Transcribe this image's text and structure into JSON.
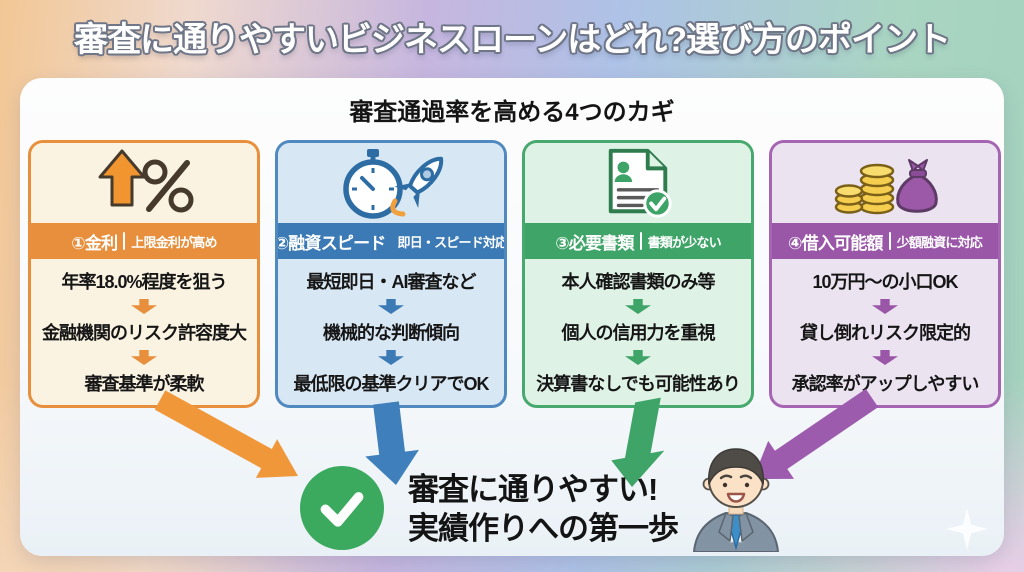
{
  "banner": {
    "title": "審査に通りやすいビジネスローンはどれ?選び方のポイント"
  },
  "card": {
    "title": "審査通過率を高める4つのカギ"
  },
  "columns": [
    {
      "main": "①金利",
      "sub": "上限金利が高め",
      "icon": "rising-rate-percent-icon",
      "items": [
        "年率18.0%程度を狙う",
        "金融機関のリスク許容度大",
        "審査基準が柔軟"
      ],
      "colors": {
        "main": "#E78F3C",
        "light": "#FBF3E2"
      }
    },
    {
      "main": "②融資スピード",
      "sub": "即日・スピード対応",
      "icon": "stopwatch-rocket-icon",
      "items": [
        "最短即日・AI審査など",
        "機械的な判断傾向",
        "最低限の基準クリアでOK"
      ],
      "colors": {
        "main": "#3C7AB5",
        "light": "#D8E7F4"
      }
    },
    {
      "main": "③必要書類",
      "sub": "書類が少ない",
      "icon": "document-check-icon",
      "items": [
        "本人確認書類のみ等",
        "個人の信用力を重視",
        "決算書なしでも可能性あり"
      ],
      "colors": {
        "main": "#3FA468",
        "light": "#DFF2E6"
      }
    },
    {
      "main": "④借入可能額",
      "sub": "少額融資に対応",
      "icon": "coins-moneybag-icon",
      "items": [
        "10万円〜の小口OK",
        "貸し倒れリスク限定的",
        "承認率がアップしやすい"
      ],
      "colors": {
        "main": "#9A57A8",
        "light": "#ECE3F1"
      }
    }
  ],
  "conclusion": {
    "line1": "審査に通りやすい!",
    "line2": "実績作りへの第一歩",
    "check_color": "#3BAA5E"
  },
  "palette": {
    "banner_gradient": [
      "#F2C795",
      "#C6B6DF",
      "#AEC2E7",
      "#A9D5C2"
    ],
    "card_background": "#FAFBFC",
    "arrow_colors": [
      "#F0973A",
      "#3F80BC",
      "#3FA468",
      "#9D5BAE"
    ]
  }
}
